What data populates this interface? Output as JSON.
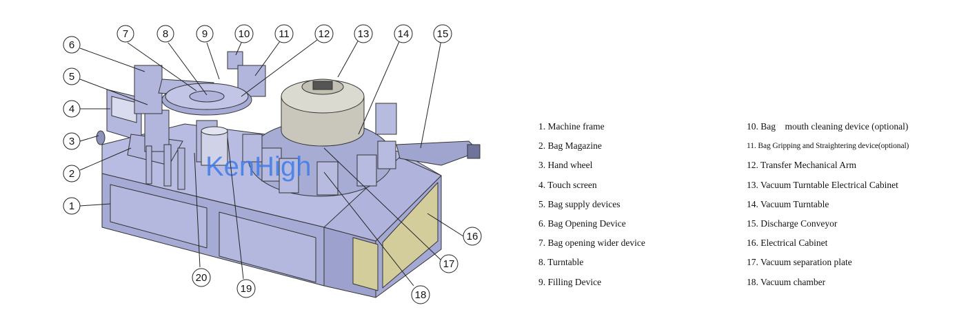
{
  "watermark": "KenHigh",
  "callouts": [
    "1",
    "2",
    "3",
    "4",
    "5",
    "6",
    "7",
    "8",
    "9",
    "10",
    "11",
    "12",
    "13",
    "14",
    "15",
    "16",
    "17",
    "18",
    "19",
    "20"
  ],
  "legend": {
    "left": [
      "1. Machine frame",
      "2. Bag Magazine",
      "3. Hand wheel",
      "4. Touch screen",
      "5. Bag supply devices",
      "6. Bag Opening Device",
      "7. Bag opening wider device",
      "8. Turntable",
      "9. Filling Device"
    ],
    "right": [
      "10. Bag    mouth cleaning device (optional)",
      "11. Bag Gripping and Straightering device(optional)",
      "12. Transfer Mechanical Arm",
      "13. Vacuum Turntable Electrical Cabinet",
      "14. Vacuum Turntable",
      "15. Discharge Conveyor",
      "16. Electrical Cabinet",
      "17. Vacuum separation plate",
      "18. Vacuum chamber"
    ]
  },
  "colors": {
    "machine_frame": "#a9aed8",
    "cabinet": "#d3cd9c",
    "cylinder": "#c9c7bb",
    "outline": "#333333",
    "watermark": "#3f7be8"
  }
}
